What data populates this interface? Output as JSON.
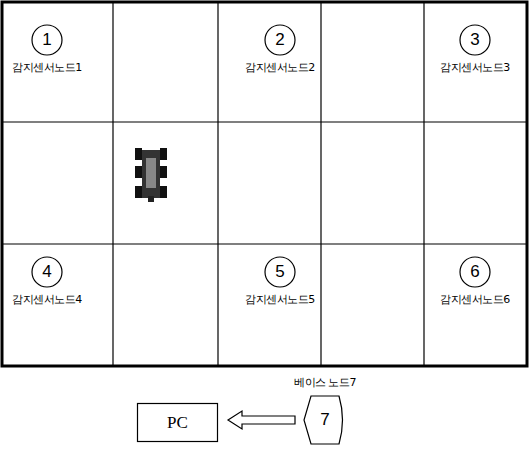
{
  "diagram": {
    "nodes": [
      {
        "text": [
          "1",
          "감지센서노드1"
        ]
      },
      {
        "text": [
          "2",
          "감지센서노드2"
        ]
      },
      {
        "text": [
          "3",
          "감지센서노드3"
        ]
      },
      {
        "text": [
          "4",
          "감지센서노드4"
        ]
      },
      {
        "text": [
          "5",
          "감지센서노드5"
        ]
      },
      {
        "text": [
          "6",
          "감지센서노드6"
        ]
      },
      {
        "text": [
          "PC"
        ]
      },
      {
        "text": [
          "7",
          "베이스 노드7"
        ]
      }
    ],
    "edges": [
      {
        "from": 7,
        "to": 6,
        "arrow": "to"
      }
    ]
  }
}
